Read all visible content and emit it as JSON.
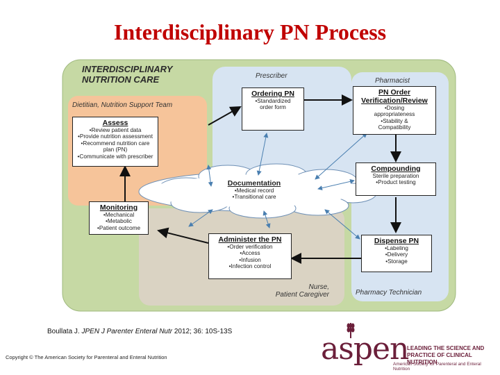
{
  "title": "Interdisciplinary PN Process",
  "diagram": {
    "heading_line1": "INTERDISCIPLINARY",
    "heading_line2": "NUTRITION CARE",
    "regions": {
      "prescriber": "Prescriber",
      "pharmacist": "Pharmacist",
      "dietitian": "Dietitian, Nutrition Support Team",
      "nurse_line1": "Nurse,",
      "nurse_line2": "Patient Caregiver",
      "pharmacy_tech": "Pharmacy Technician"
    },
    "boxes": {
      "ordering": {
        "title": "Ordering PN",
        "items": [
          "•Standardized",
          "order form"
        ]
      },
      "verification": {
        "title_line1": "PN Order",
        "title_line2": "Verification/Review",
        "items": [
          "•Dosing",
          "appropriateness",
          "•Stability &",
          "Compatibility"
        ]
      },
      "assess": {
        "title": "Assess",
        "items": [
          "•Review patient data",
          "•Provide nutrition assessment",
          "•Recommend nutrition care",
          "plan (PN)",
          "•Communicate with prescriber"
        ]
      },
      "compounding": {
        "title": "Compounding",
        "items": [
          "Sterile preparation",
          "•Product testing"
        ]
      },
      "documentation": {
        "title": "Documentation",
        "items": [
          "•Medical record",
          "•Transitional care"
        ]
      },
      "monitoring": {
        "title": "Monitoring",
        "items": [
          "•Mechanical",
          "•Metabolic",
          "•Patient outcome"
        ]
      },
      "administer": {
        "title": "Administer the PN",
        "items": [
          "•Order verification",
          "•Access",
          "•Infusion",
          "•Infection control"
        ]
      },
      "dispense": {
        "title": "Dispense PN",
        "items": [
          "•Labeling",
          "•Delivery",
          "•Storage"
        ]
      }
    }
  },
  "citation": {
    "author": "Boullata J.",
    "journal": "JPEN J Parenter Enteral Nutr",
    "ref": "2012; 36: 10S-13S"
  },
  "copyright": "Copyright © The American Society for Parenteral and Enteral Nutrition",
  "logo": {
    "word": "aspen",
    "tagline_line1": "LEADING THE SCIENCE AND",
    "tagline_line2": "PRACTICE OF CLINICAL NUTRITION",
    "subtitle": "American Society for Parenteral and Enteral Nutrition",
    "colors": {
      "brand": "#6b1f3a"
    }
  },
  "colors": {
    "title": "#c00000",
    "outer_green": "#c6d9a4",
    "dietitian_orange": "#f6c49a",
    "prescriber_blue": "#d7e4f2",
    "nurse_tan": "#dad3c3",
    "cloud": "#ffffff"
  }
}
